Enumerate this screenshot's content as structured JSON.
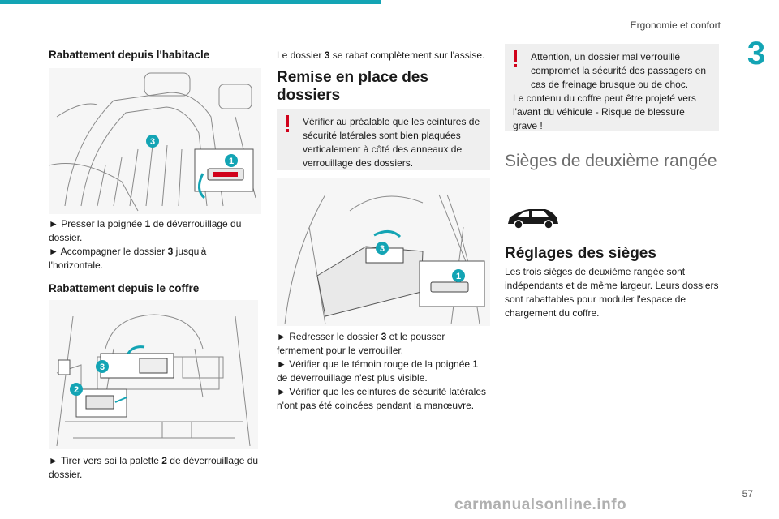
{
  "header": {
    "section_title": "Ergonomie et confort",
    "chapter_number": "3",
    "accent_color": "#13a4b4"
  },
  "col1": {
    "heading1": "Rabattement depuis l'habitacle",
    "fig1_callouts": [
      "3",
      "1"
    ],
    "step1_arrow": "►",
    "step1_a": "Presser la poignée ",
    "step1_b": "1",
    "step1_c": " de déverrouillage du dossier.",
    "step2_arrow": "►",
    "step2_a": "Accompagner le dossier ",
    "step2_b": "3",
    "step2_c": " jusqu'à l'horizontale.",
    "heading2": "Rabattement depuis le coffre",
    "fig2_callouts": [
      "3",
      "2"
    ],
    "step3_arrow": "►",
    "step3_a": "Tirer vers soi la palette ",
    "step3_b": "2",
    "step3_c": " de déverrouillage du dossier."
  },
  "col2": {
    "intro_a": "Le dossier ",
    "intro_b": "3",
    "intro_c": " se rabat complètement sur l'assise.",
    "heading": "Remise en place des dossiers",
    "warning": "Vérifier au préalable que les ceintures de sécurité latérales sont bien plaquées verticalement à côté des anneaux de verrouillage des dossiers.",
    "fig_callouts": [
      "3",
      "1"
    ],
    "step1_arrow": "►",
    "step1_a": "Redresser le dossier ",
    "step1_b": "3",
    "step1_c": " et le pousser fermement pour le verrouiller.",
    "step2_arrow": "►",
    "step2_a": "Vérifier que le témoin rouge de la poignée ",
    "step2_b": "1",
    "step2_c": " de déverrouillage n'est plus visible.",
    "step3_arrow": "►",
    "step3_text": "Vérifier que les ceintures de sécurité latérales n'ont pas été coincées pendant la manœuvre."
  },
  "col3": {
    "warning_line1": "Attention, un dossier mal verrouillé compromet la sécurité des passagers en cas de freinage brusque ou de choc.",
    "warning_line2": "Le contenu du coffre peut être projeté vers l'avant du véhicule - Risque de blessure grave !",
    "section_heading": "Sièges de deuxième rangée",
    "heading": "Réglages des sièges",
    "body": "Les trois sièges de deuxième rangée sont indépendants et de même largeur. Leurs dossiers sont rabattables pour moduler l'espace de chargement du coffre."
  },
  "footer": {
    "page_number": "57",
    "watermark": "carmanualsonline.info"
  },
  "colors": {
    "warning_red": "#d0021b",
    "callout_teal": "#13a4b4",
    "panel_grey": "#efefef"
  }
}
